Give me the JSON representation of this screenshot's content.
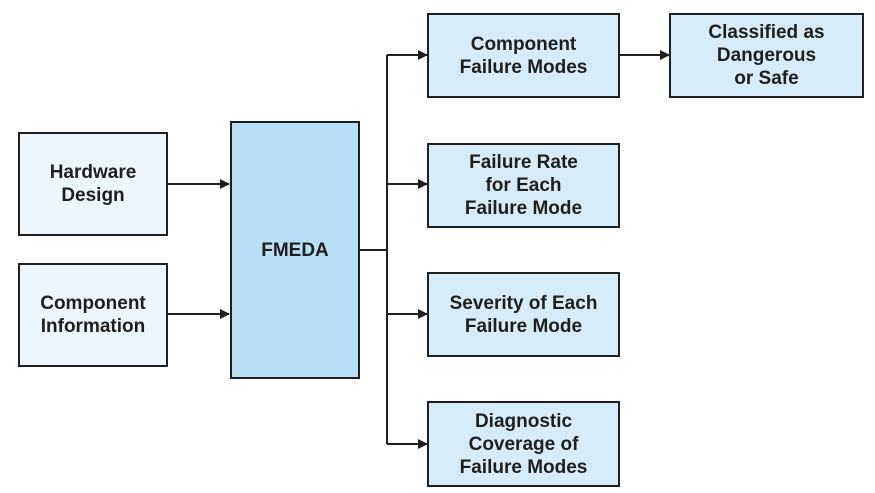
{
  "diagram": {
    "inputs": [
      {
        "label": "Hardware\nDesign"
      },
      {
        "label": "Component\nInformation"
      }
    ],
    "center": {
      "label": "FMEDA"
    },
    "outputs": [
      {
        "label": "Component\nFailure Modes"
      },
      {
        "label": "Failure Rate\nfor Each\nFailure Mode"
      },
      {
        "label": "Severity of Each\nFailure Mode"
      },
      {
        "label": "Diagnostic\nCoverage of\nFailure Modes"
      }
    ],
    "classification": {
      "label": "Classified as\nDangerous\nor Safe"
    },
    "colors": {
      "border": "#1f1f1f",
      "input_fill": "#eef6fd",
      "output_fill": "#d6ecfa",
      "center_fill": "#b9dff6"
    }
  }
}
